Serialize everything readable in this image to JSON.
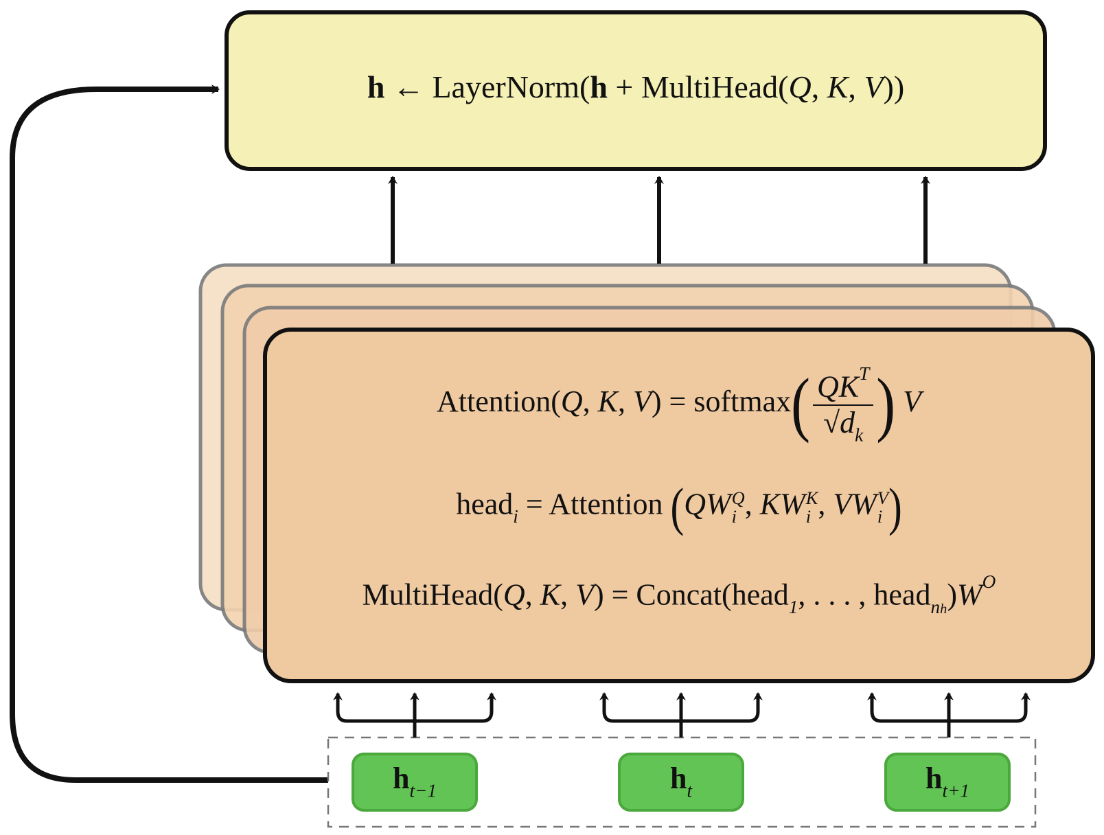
{
  "layernorm_box": {
    "fill": "#f4f0b6",
    "equation": "h ← LayerNorm(h + MultiHead(Q, K, V))"
  },
  "attention_box": {
    "fill": "#efc9a0",
    "stack_fill": "#f5dfc4",
    "equations": {
      "attention": "Attention(Q, K, V) = softmax(QK^T / √d_k) V",
      "head": "head_i = Attention(QW_i^Q, KW_i^K, VW_i^V)",
      "multihead": "MultiHead(Q, K, V) = Concat(head_1, ..., head_{n_h}) W^O"
    }
  },
  "tokens": {
    "fill": "#62c454",
    "items": [
      {
        "bold": "h",
        "sub": "t−1"
      },
      {
        "bold": "h",
        "sub": "t"
      },
      {
        "bold": "h",
        "sub": "t+1"
      }
    ]
  }
}
